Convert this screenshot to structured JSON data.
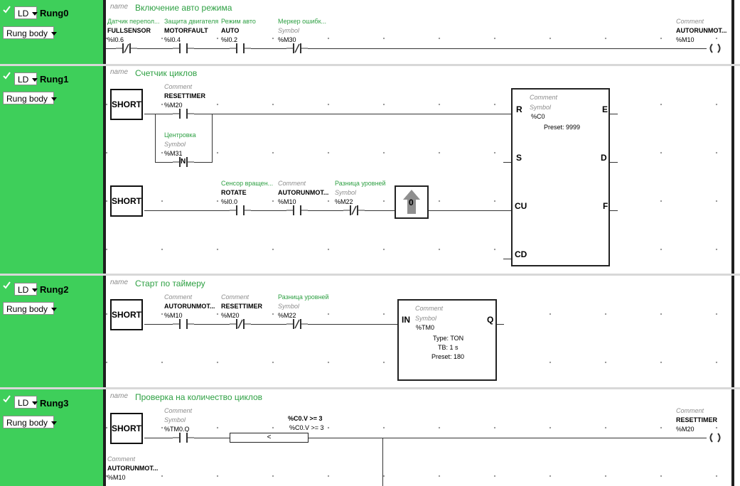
{
  "ui": {
    "lang_option": "LD",
    "body_option": "Rung body",
    "name_placeholder": "name"
  },
  "colors": {
    "rung_side": "#3ecf5a",
    "title": "#2ea043",
    "comment": "#8c8c8c"
  },
  "rung0": {
    "name": "Rung0",
    "title": "Включение авто режима",
    "c1": {
      "comment": "Датчик перепол...",
      "symbol": "FULLSENSOR",
      "address": "%I0.6"
    },
    "c2": {
      "comment": "Защита двигателя",
      "symbol": "MOTORFAULT",
      "address": "%I0.4"
    },
    "c3": {
      "comment": "Режим авто",
      "symbol": "AUTO",
      "address": "%I0.2"
    },
    "c4": {
      "comment": "Меркер ошибк...",
      "symbol": "Symbol",
      "address": "%M30"
    },
    "coil": {
      "comment": "Comment",
      "symbol": "AUTORUNMOT...",
      "address": "%M10"
    }
  },
  "rung1": {
    "name": "Rung1",
    "title": "Счетчик циклов",
    "short1": "SHORT",
    "short2": "SHORT",
    "c1": {
      "comment": "Comment",
      "symbol": "RESETTIMER",
      "address": "%M20"
    },
    "c2": {
      "comment": "Центровка",
      "symbol": "Symbol",
      "address": "%M31",
      "mark": "N"
    },
    "c3": {
      "comment": "Сенсор вращен...",
      "symbol": "ROTATE",
      "address": "%I0.0"
    },
    "c4": {
      "comment": "Comment",
      "symbol": "AUTORUNMOT...",
      "address": "%M10"
    },
    "c5": {
      "comment": "Разница уровней",
      "symbol": "Symbol",
      "address": "%M22"
    },
    "edge_value": "0",
    "counter": {
      "comment": "Comment",
      "symbol": "Symbol",
      "address": "%C0",
      "preset": "Preset: 9999",
      "pin_r": "R",
      "pin_s": "S",
      "pin_cu": "CU",
      "pin_cd": "CD",
      "pin_e": "E",
      "pin_d": "D",
      "pin_f": "F"
    }
  },
  "rung2": {
    "name": "Rung2",
    "title": "Старт по таймеру",
    "short": "SHORT",
    "c1": {
      "comment": "Comment",
      "symbol": "AUTORUNMOT...",
      "address": "%M10"
    },
    "c2": {
      "comment": "Comment",
      "symbol": "RESETTIMER",
      "address": "%M20"
    },
    "c3": {
      "comment": "Разница уровней",
      "symbol": "Symbol",
      "address": "%M22"
    },
    "timer": {
      "comment": "Comment",
      "symbol": "Symbol",
      "address": "%TM0",
      "type": "Type: TON",
      "tb": "TB: 1 s",
      "preset": "Preset: 180",
      "pin_in": "IN",
      "pin_q": "Q"
    }
  },
  "rung3": {
    "name": "Rung3",
    "title": "Проверка на количество циклов",
    "short": "SHORT",
    "c1": {
      "comment": "Comment",
      "symbol": "Symbol",
      "address": "%TM0.Q"
    },
    "compare": {
      "expr_bold": "%C0.V >= 3",
      "expr": "%C0.V >= 3",
      "op": "<"
    },
    "coil": {
      "comment": "Comment",
      "symbol": "RESETTIMER",
      "address": "%M20"
    },
    "c2": {
      "comment": "Comment",
      "symbol": "AUTORUNMOT...",
      "address": "%M10"
    }
  }
}
